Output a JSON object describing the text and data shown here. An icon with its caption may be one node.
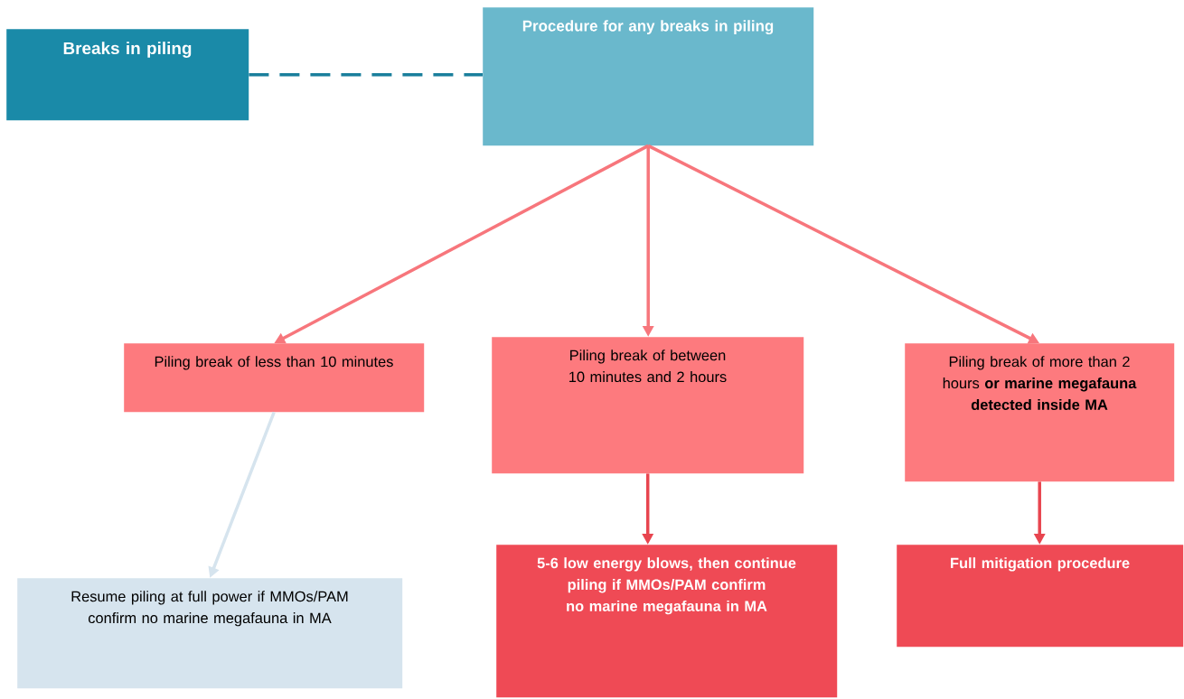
{
  "diagram": {
    "nodes": [
      {
        "text": [
          "Breaks in piling"
        ]
      },
      {
        "text": [
          "Procedure for any breaks in piling"
        ]
      },
      {
        "text": [
          "Piling break of less than 10 minutes"
        ]
      },
      {
        "text": [
          "Piling break of between 10 minutes and 2 hours"
        ]
      },
      {
        "text": [
          "Piling break of more than 2 hours **or marine megafauna detected inside MA**"
        ]
      },
      {
        "text": [
          "Resume piling at full power if MMOs/PAM confirm no marine megafauna in MA"
        ]
      },
      {
        "text": [
          "5-6 low energy blows, then continue piling if MMOs/PAM confirm no marine megafauna in MA"
        ]
      },
      {
        "text": [
          "Full mitigation procedure"
        ]
      }
    ],
    "edges": [
      {
        "from": 0,
        "to": 1,
        "arrow": "none",
        "style": "dashed",
        "color": "#1a7f9c"
      },
      {
        "from": 1,
        "to": 2,
        "arrow": "to"
      },
      {
        "from": 1,
        "to": 3,
        "arrow": "to"
      },
      {
        "from": 1,
        "to": 4,
        "arrow": "to"
      },
      {
        "from": 2,
        "to": 5,
        "arrow": "to",
        "color": "#d6e4ee"
      },
      {
        "from": 3,
        "to": 6,
        "arrow": "to",
        "color": "#e8454f"
      },
      {
        "from": 4,
        "to": 7,
        "arrow": "to",
        "color": "#e8454f"
      }
    ]
  }
}
